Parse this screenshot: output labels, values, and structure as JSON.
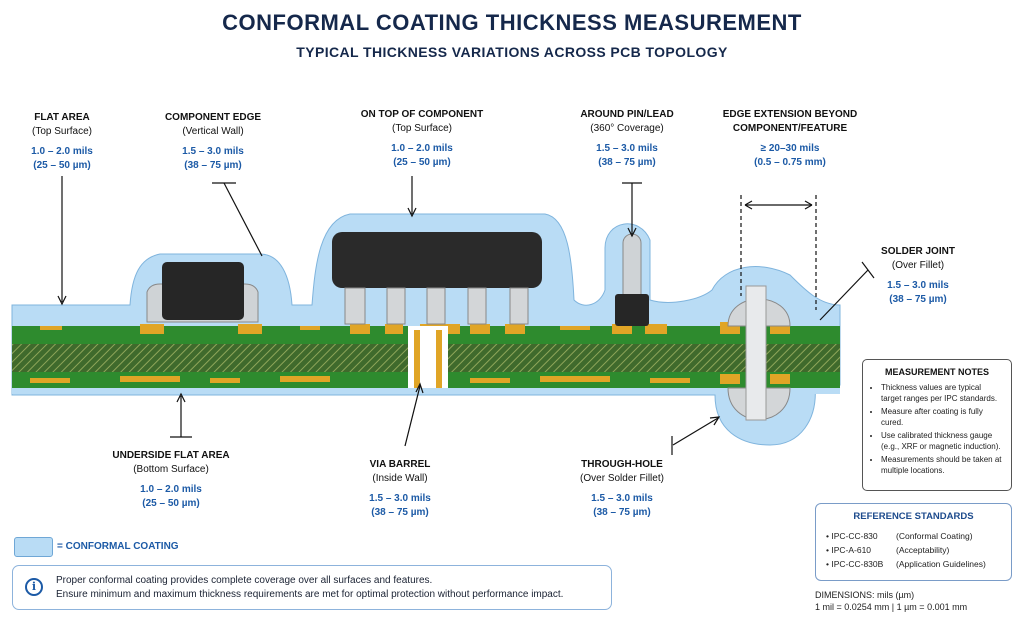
{
  "title": "CONFORMAL COATING THICKNESS MEASUREMENT",
  "subtitle": "TYPICAL THICKNESS VARIATIONS ACROSS PCB TOPOLOGY",
  "labels": {
    "flat_area": {
      "title": "FLAT AREA",
      "sub": "(Top Surface)",
      "v1": "1.0 – 2.0 mils",
      "v2": "(25 – 50 µm)"
    },
    "component_edge": {
      "title": "COMPONENT EDGE",
      "sub": "(Vertical Wall)",
      "v1": "1.5 – 3.0 mils",
      "v2": "(38 – 75 µm)"
    },
    "on_top": {
      "title": "ON TOP OF COMPONENT",
      "sub": "(Top Surface)",
      "v1": "1.0 – 2.0 mils",
      "v2": "(25 – 50 µm)"
    },
    "around_pin": {
      "title": "AROUND PIN/LEAD",
      "sub": "(360° Coverage)",
      "v1": "1.5 – 3.0 mils",
      "v2": "(38 – 75 µm)"
    },
    "edge_extension": {
      "title1": "EDGE EXTENSION BEYOND",
      "title2": "COMPONENT/FEATURE",
      "v1": "≥ 20–30 mils",
      "v2": "(0.5 – 0.75 mm)"
    },
    "solder_joint": {
      "title": "SOLDER JOINT",
      "sub": "(Over Fillet)",
      "v1": "1.5 – 3.0 mils",
      "v2": "(38 – 75 µm)"
    },
    "underside": {
      "title": "UNDERSIDE FLAT AREA",
      "sub": "(Bottom Surface)",
      "v1": "1.0 – 2.0 mils",
      "v2": "(25 – 50 µm)"
    },
    "via_barrel": {
      "title": "VIA BARREL",
      "sub": "(Inside Wall)",
      "v1": "1.5 – 3.0 mils",
      "v2": "(38 – 75 µm)"
    },
    "through_hole": {
      "title": "THROUGH-HOLE",
      "sub": "(Over Solder Fillet)",
      "v1": "1.5 – 3.0 mils",
      "v2": "(38 – 75 µm)"
    }
  },
  "notes": {
    "heading": "MEASUREMENT NOTES",
    "items": [
      "Thickness values are typical target ranges per IPC standards.",
      "Measure after coating is fully cured.",
      "Use calibrated thickness gauge (e.g., XRF or magnetic induction).",
      "Measurements should be taken at multiple locations."
    ]
  },
  "references": {
    "heading": "REFERENCE STANDARDS",
    "rows": [
      {
        "code": "IPC-CC-830",
        "desc": "(Conformal Coating)"
      },
      {
        "code": "IPC-A-610",
        "desc": "(Acceptability)"
      },
      {
        "code": "IPC-CC-830B",
        "desc": "(Application Guidelines)"
      }
    ]
  },
  "dimensions": {
    "line1": "DIMENSIONS: mils (µm)",
    "line2": "1 mil = 0.0254 mm  |  1 µm = 0.001 mm"
  },
  "legend": {
    "label": "= CONFORMAL COATING",
    "color": "#b9dcf5"
  },
  "info": {
    "line1": "Proper conformal coating provides complete coverage over all surfaces and features.",
    "line2": "Ensure minimum and maximum thickness requirements are met for optimal protection without performance impact."
  },
  "colors": {
    "coating": "#b9dcf5",
    "pcb_green": "#2e8b2e",
    "copper": "#e0a526",
    "component": "#2a2a2a",
    "accent": "#1c5aa6"
  }
}
